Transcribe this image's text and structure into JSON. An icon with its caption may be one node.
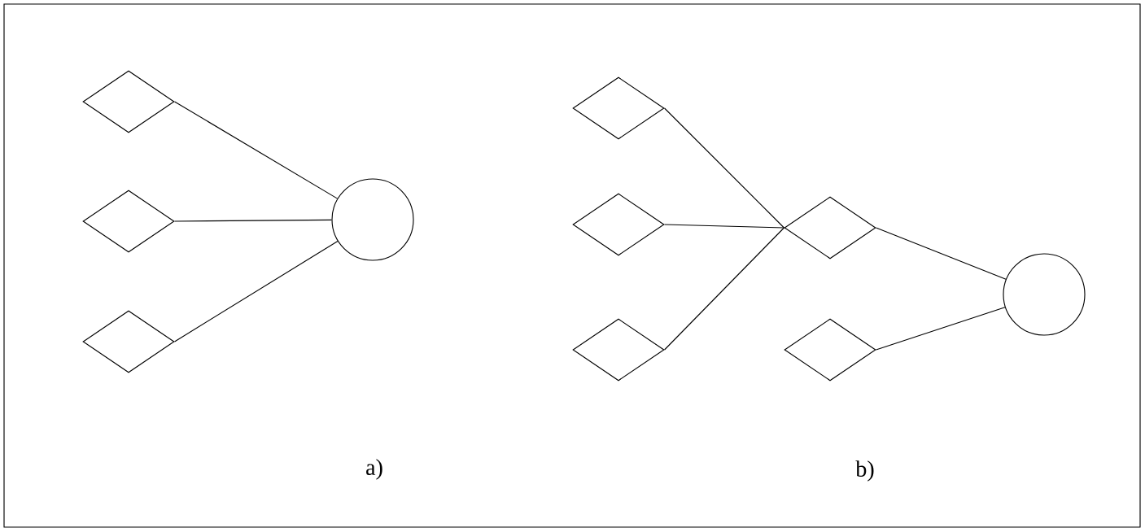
{
  "diagram": {
    "nodes": [
      {
        "text": [],
        "shape": "diamond"
      },
      {
        "text": [],
        "shape": "diamond"
      },
      {
        "text": [],
        "shape": "diamond"
      },
      {
        "text": [],
        "shape": "circle"
      },
      {
        "text": [],
        "shape": "diamond"
      },
      {
        "text": [],
        "shape": "diamond"
      },
      {
        "text": [],
        "shape": "diamond"
      },
      {
        "text": [],
        "shape": "diamond"
      },
      {
        "text": [],
        "shape": "diamond"
      },
      {
        "text": [],
        "shape": "circle"
      }
    ],
    "edges": [
      {
        "from": 0,
        "to": 3,
        "arrow": "none"
      },
      {
        "from": 1,
        "to": 3,
        "arrow": "none"
      },
      {
        "from": 2,
        "to": 3,
        "arrow": "none"
      },
      {
        "from": 4,
        "to": 7,
        "arrow": "none"
      },
      {
        "from": 5,
        "to": 7,
        "arrow": "none"
      },
      {
        "from": 6,
        "to": 7,
        "arrow": "none"
      },
      {
        "from": 7,
        "to": 9,
        "arrow": "none"
      },
      {
        "from": 8,
        "to": 9,
        "arrow": "none"
      }
    ],
    "labels": [
      "a)",
      "b)"
    ]
  }
}
